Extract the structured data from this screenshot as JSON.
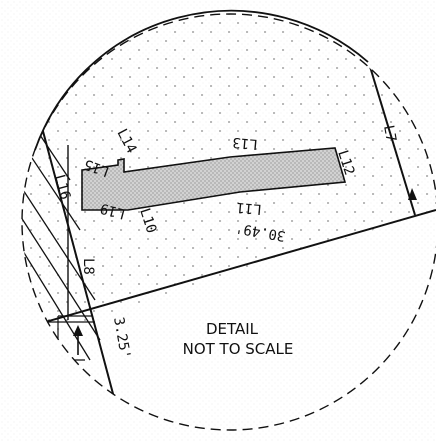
{
  "labels": {
    "l7": "L7",
    "l8": "L8",
    "l10": "L10",
    "l11": "L11",
    "l12": "L12",
    "l13": "L13",
    "l14": "L14",
    "l15": "L15",
    "l16": "L16",
    "l19": "L19"
  },
  "dimensions": {
    "distance_long": "30.49'",
    "distance_short": "3.25'"
  },
  "note": {
    "line1": "DETAIL",
    "line2": "NOT TO SCALE"
  },
  "colors": {
    "ink": "#111111",
    "stipple": "#9a9a9a",
    "fill": "#c8c8c8"
  }
}
